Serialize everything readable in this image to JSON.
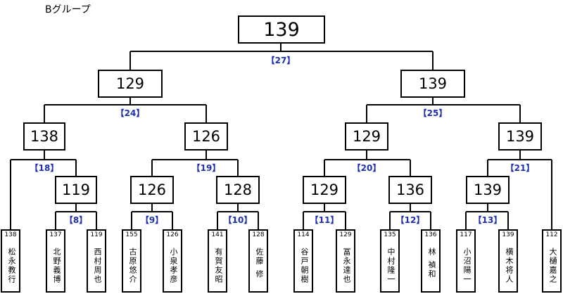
{
  "title": "Bグループ",
  "final": {
    "score": "139",
    "match": "【27】"
  },
  "semis": [
    {
      "score": "129",
      "match": "【24】"
    },
    {
      "score": "139",
      "match": "【25】"
    }
  ],
  "quarters": [
    {
      "score": "138",
      "match": "【18】"
    },
    {
      "score": "126",
      "match": "【19】"
    },
    {
      "score": "129",
      "match": "【20】"
    },
    {
      "score": "139",
      "match": "【21】"
    }
  ],
  "round1": [
    {
      "score": "119",
      "match": "【8】"
    },
    {
      "score": "126",
      "match": "【9】"
    },
    {
      "score": "128",
      "match": "【10】"
    },
    {
      "score": "129",
      "match": "【11】"
    },
    {
      "score": "136",
      "match": "【12】"
    },
    {
      "score": "139",
      "match": "【13】"
    }
  ],
  "players": [
    {
      "score": "138",
      "name": "松永教行"
    },
    {
      "score": "137",
      "name": "北野義博"
    },
    {
      "score": "119",
      "name": "西村周也"
    },
    {
      "score": "155",
      "name": "古原悠介"
    },
    {
      "score": "126",
      "name": "小泉孝彦"
    },
    {
      "score": "141",
      "name": "有賀友昭"
    },
    {
      "score": "128",
      "name": "佐藤 修"
    },
    {
      "score": "114",
      "name": "谷戸朝樹"
    },
    {
      "score": "129",
      "name": "冨永達也"
    },
    {
      "score": "135",
      "name": "中村隆一"
    },
    {
      "score": "136",
      "name": "林 禎和"
    },
    {
      "score": "117",
      "name": "小沼陽一"
    },
    {
      "score": "139",
      "name": "横木将人"
    },
    {
      "score": "112",
      "name": "大樋嘉之"
    }
  ]
}
